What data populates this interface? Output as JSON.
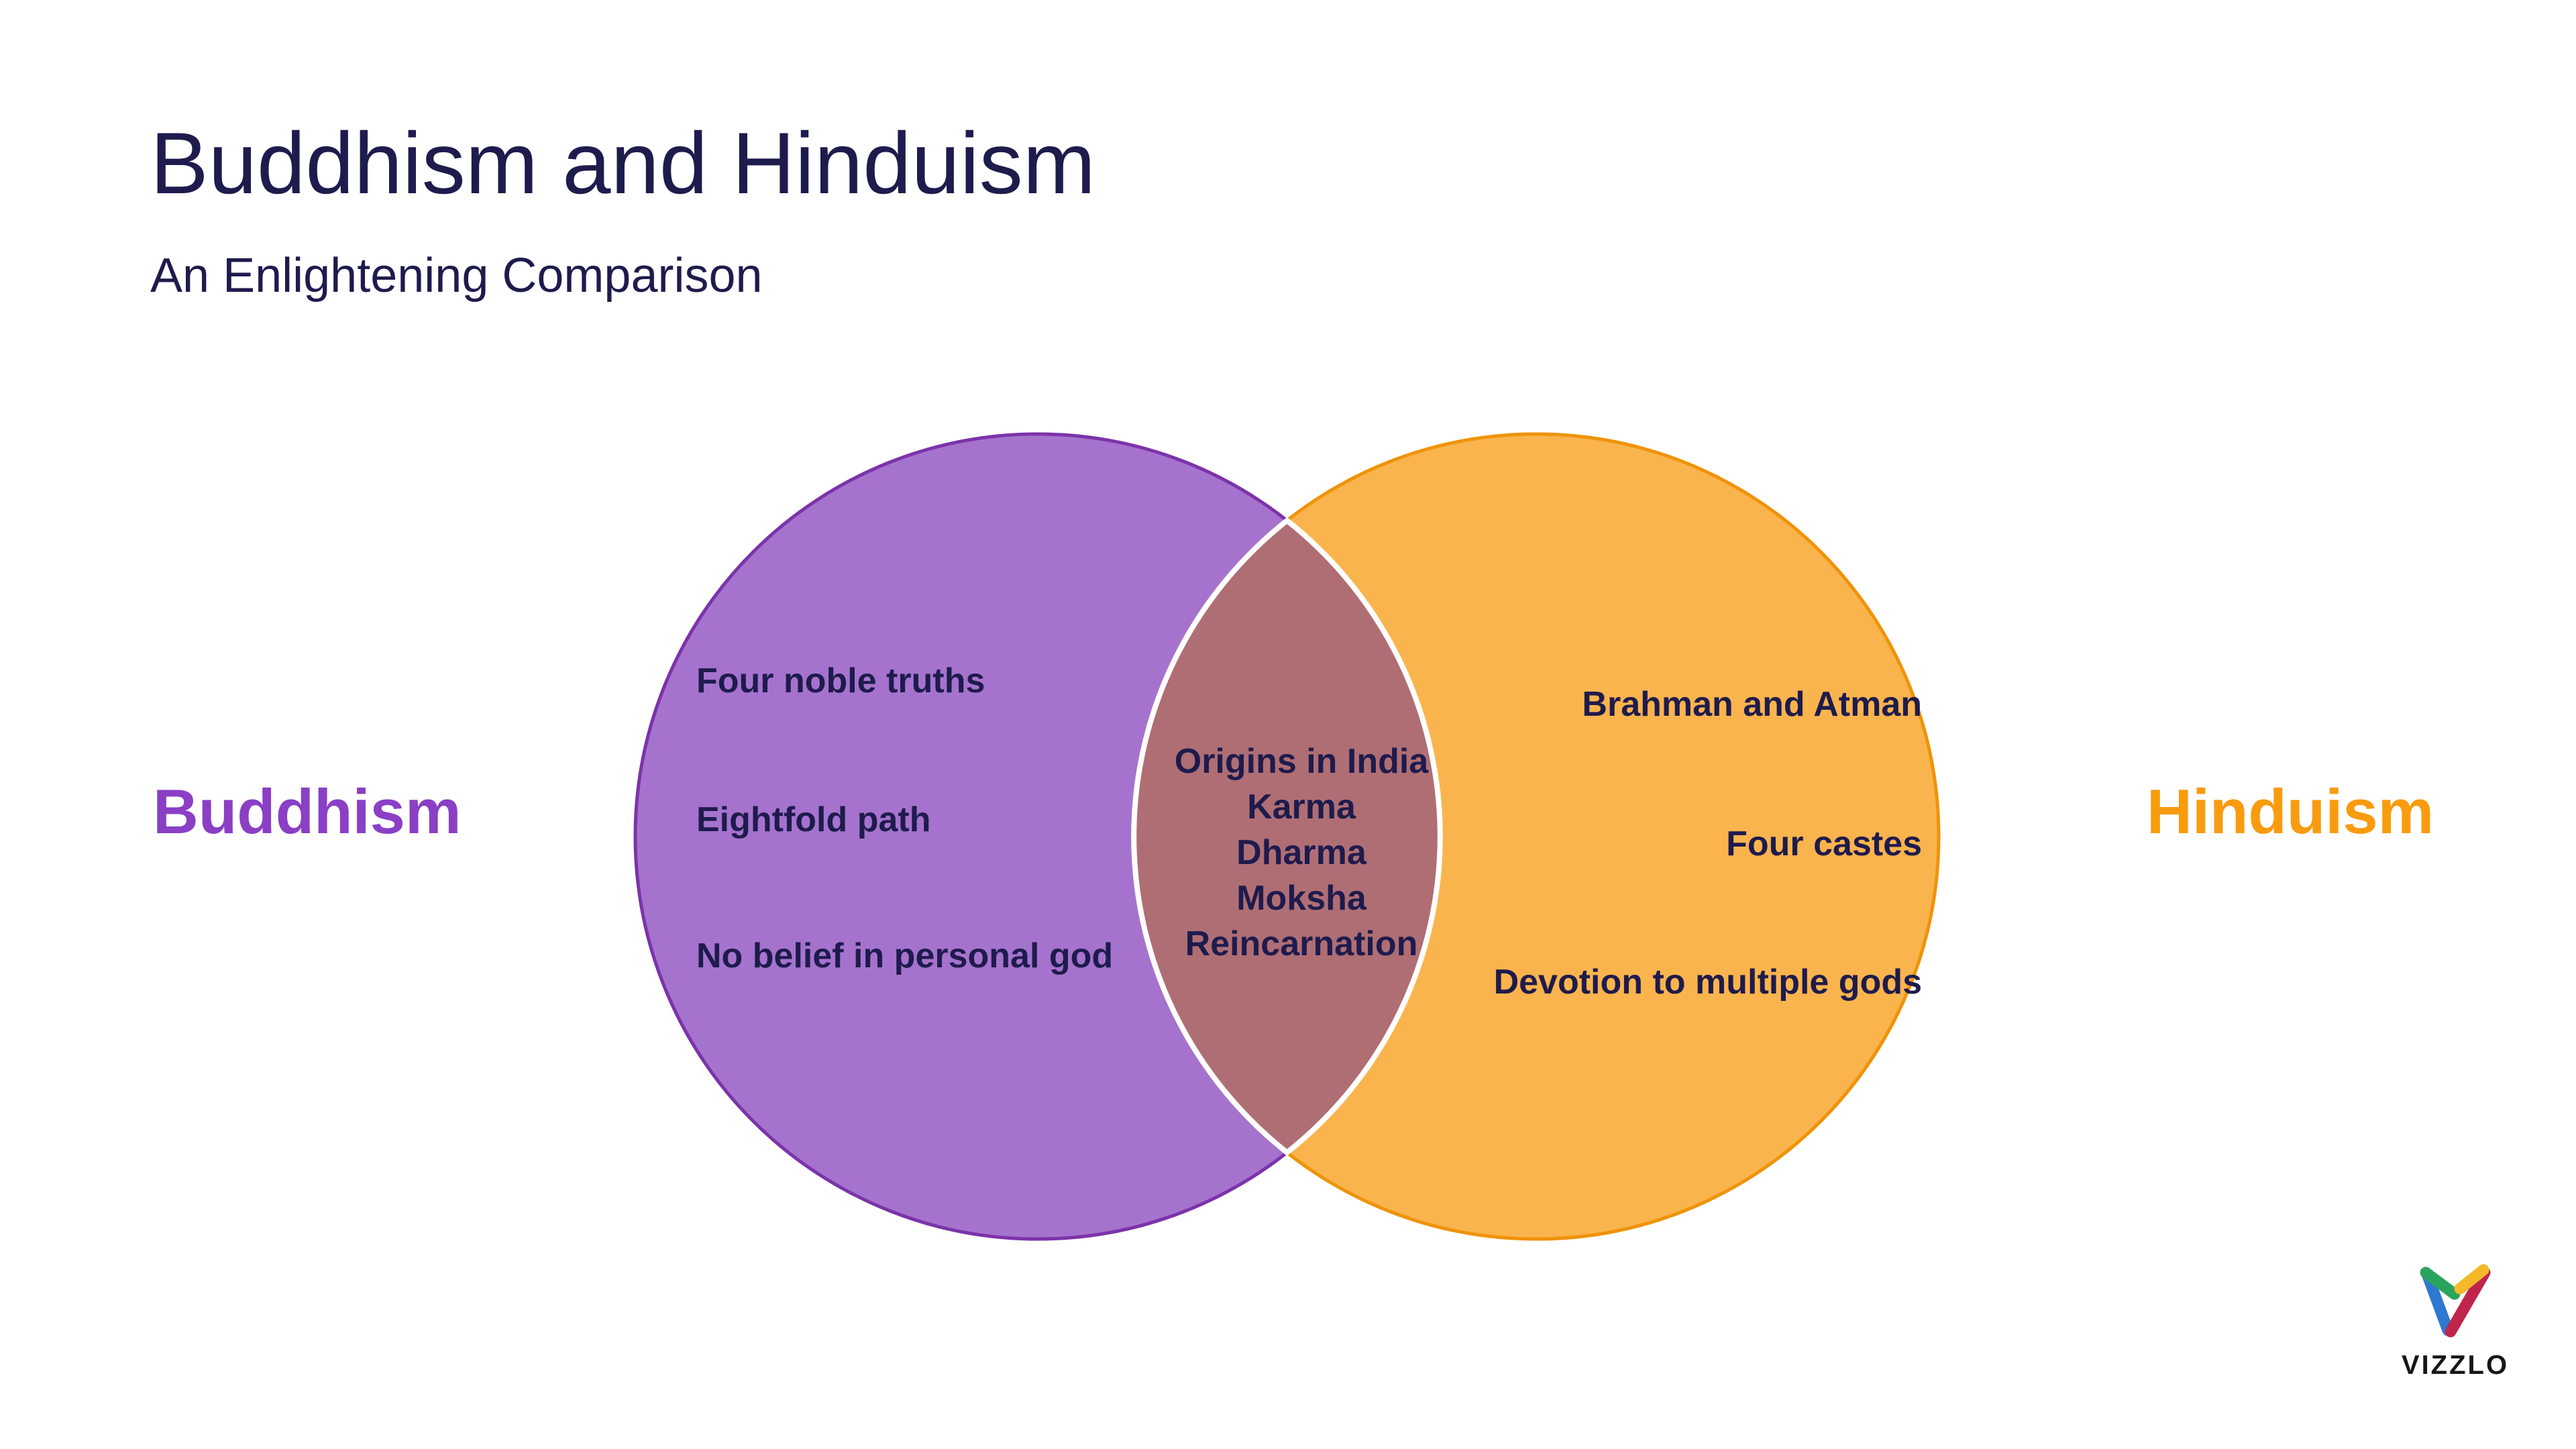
{
  "slide": {
    "title": "Buddhism and Hinduism",
    "subtitle": "An Enlightening Comparison",
    "background_color": "#ffffff",
    "text_color": "#1e1b4d"
  },
  "venn": {
    "left": {
      "label": "Buddhism",
      "label_color": "#8a3fc5",
      "circle_fill": "#a573cd",
      "circle_border": "#7c33aa",
      "items": [
        "Four noble truths",
        "Eightfold path",
        "No belief in personal god"
      ]
    },
    "right": {
      "label": "Hinduism",
      "label_color": "#f99b0e",
      "circle_fill": "#fab44d",
      "circle_border": "#ef9309",
      "items": [
        "Brahman and Atman",
        "Four castes",
        "Devotion to multiple gods"
      ]
    },
    "overlap": {
      "fill": "#af6e74",
      "divider_stroke": "#ffffff",
      "items": [
        "Origins in India",
        "Karma",
        "Dharma",
        "Moksha",
        "Reincarnation"
      ]
    }
  },
  "branding": {
    "wordmark": "VIZZLO",
    "logo_colors": {
      "green": "#2aa45c",
      "blue": "#2e78d2",
      "yellow": "#f3b929",
      "red": "#c0254c"
    }
  }
}
